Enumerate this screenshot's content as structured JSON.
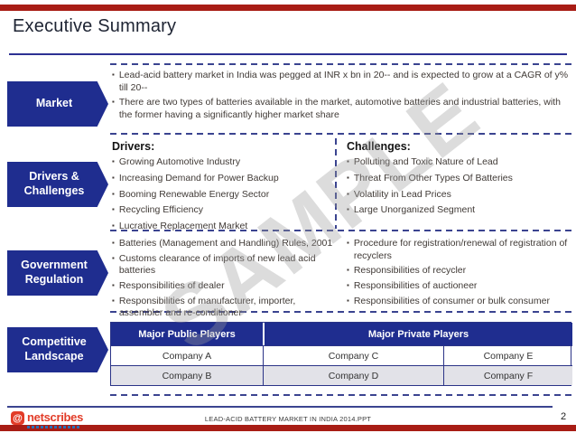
{
  "slide": {
    "title": "Executive Summary",
    "watermark": "SAMPLE",
    "footer": "LEAD-ACID BATTERY MARKET IN INDIA 2014.PPT",
    "page_number": "2",
    "logo_text": "netscribes",
    "logo_icon_glyph": "@"
  },
  "colors": {
    "accent_blue": "#1f2d8f",
    "red_bar": "#a81d15",
    "dash_navy": "#3b4490",
    "logo_red": "#e23c28",
    "body_text": "#403a36",
    "alt_row": "#e2e2e8"
  },
  "sections": {
    "market": {
      "label": "Market",
      "bullets": [
        "Lead-acid battery market in India was pegged at INR x bn in 20-- and is expected to grow at a CAGR of y% till 20--",
        "There are two types of batteries available in the market, automotive batteries and industrial batteries, with the former having a significantly higher market share"
      ]
    },
    "drivers_challenges": {
      "label": "Drivers &\nChallenges",
      "drivers_heading": "Drivers:",
      "drivers": [
        "Growing Automotive Industry",
        "Increasing Demand for Power Backup",
        "Booming Renewable Energy Sector",
        "Recycling Efficiency",
        "Lucrative Replacement Market"
      ],
      "challenges_heading": "Challenges:",
      "challenges": [
        "Polluting and Toxic Nature of Lead",
        "Threat From Other Types Of Batteries",
        "Volatility in Lead Prices",
        "Large Unorganized Segment"
      ]
    },
    "government_regulation": {
      "label": "Government\nRegulation",
      "left_bullets": [
        "Batteries (Management and Handling) Rules, 2001",
        "Customs clearance of imports of new lead acid batteries",
        "Responsibilities of dealer",
        "Responsibilities of manufacturer, importer, assembler and re-conditioner"
      ],
      "right_bullets": [
        "Procedure for registration/renewal of registration of recyclers",
        "Responsibilities of recycler",
        "Responsibilities of auctioneer",
        "Responsibilities of consumer or bulk consumer"
      ]
    },
    "competitive_landscape": {
      "label": "Competitive\nLandscape",
      "table": {
        "headers": [
          "Major Public Players",
          "Major Private Players"
        ],
        "rows": [
          [
            "Company A",
            "Company C",
            "Company E"
          ],
          [
            "Company B",
            "Company D",
            "Company F"
          ]
        ]
      }
    }
  }
}
